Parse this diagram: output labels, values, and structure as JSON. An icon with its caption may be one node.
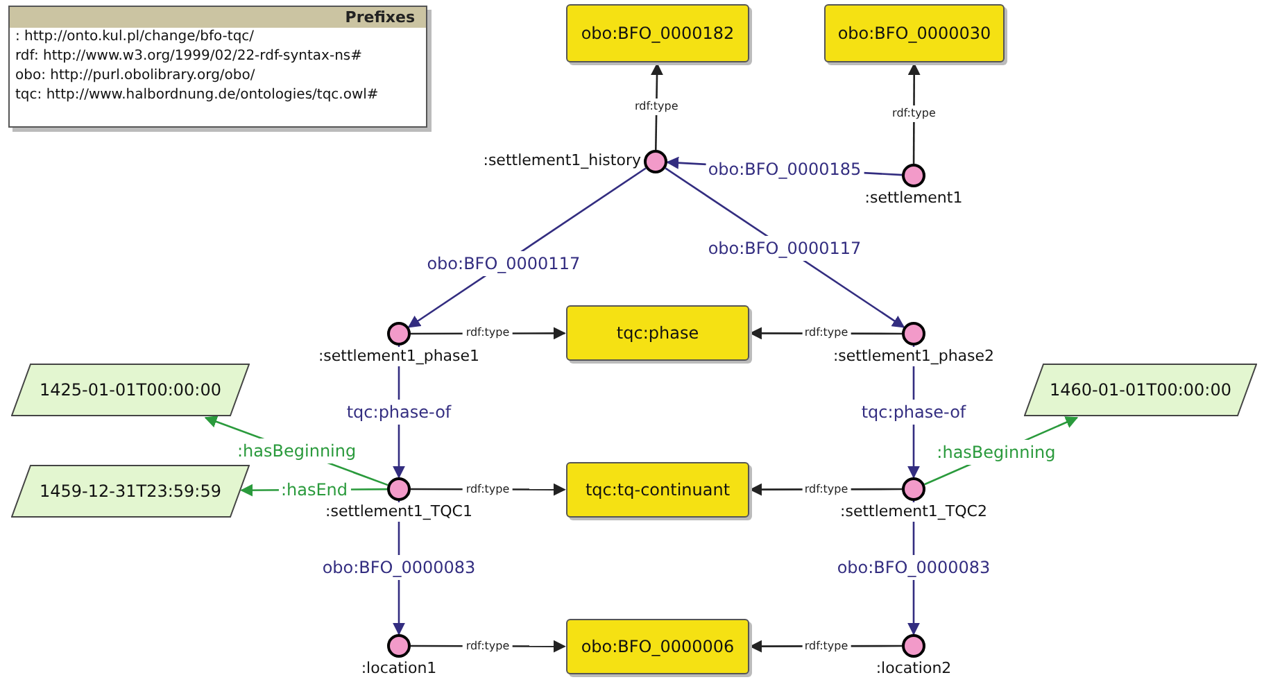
{
  "diagram": {
    "nodes": [
      {
        "text": [
          "Prefixes",
          ": http://onto.kul.pl/change/bfo-tqc/",
          "rdf: http://www.w3.org/1999/02/22-rdf-syntax-ns#",
          "obo: http://purl.obolibrary.org/obo/",
          "tqc: http://www.halbordnung.de/ontologies/tqc.owl#"
        ]
      },
      {
        "text": [
          "obo:BFO_0000182"
        ]
      },
      {
        "text": [
          "obo:BFO_0000030"
        ]
      },
      {
        "text": [],
        "shape": "circle",
        "beside": [
          ":settlement1_history"
        ]
      },
      {
        "text": [],
        "shape": "circle",
        "beside": [
          ":settlement1"
        ]
      },
      {
        "text": [],
        "shape": "circle",
        "beside": [
          ":settlement1_phase1"
        ]
      },
      {
        "text": [
          "tqc:phase"
        ]
      },
      {
        "text": [],
        "shape": "circle",
        "beside": [
          ":settlement1_phase2"
        ]
      },
      {
        "text": [
          "1425-01-01T00:00:00"
        ]
      },
      {
        "text": [
          "1460-01-01T00:00:00"
        ]
      },
      {
        "text": [
          "1459-12-31T23:59:59"
        ]
      },
      {
        "text": [],
        "shape": "circle",
        "beside": [
          ":settlement1_TQC1"
        ]
      },
      {
        "text": [
          "tqc:tq-continuant"
        ]
      },
      {
        "text": [],
        "shape": "circle",
        "beside": [
          ":settlement1_TQC2"
        ]
      },
      {
        "text": [],
        "shape": "circle",
        "beside": [
          ":location1"
        ]
      },
      {
        "text": [
          "obo:BFO_0000006"
        ]
      },
      {
        "text": [],
        "shape": "circle",
        "beside": [
          ":location2"
        ]
      }
    ],
    "edges": [
      {
        "from": 3,
        "to": 1,
        "arrow": "to",
        "label": "rdf:type"
      },
      {
        "from": 4,
        "to": 2,
        "arrow": "to",
        "label": "rdf:type"
      },
      {
        "from": 4,
        "to": 3,
        "arrow": "to",
        "label": "obo:BFO_0000185",
        "color": "#332d80"
      },
      {
        "from": 3,
        "to": 5,
        "arrow": "to",
        "label": "obo:BFO_0000117",
        "color": "#332d80"
      },
      {
        "from": 3,
        "to": 7,
        "arrow": "to",
        "label": "obo:BFO_0000117",
        "color": "#332d80"
      },
      {
        "from": 5,
        "to": 6,
        "arrow": "to",
        "label": "rdf:type"
      },
      {
        "from": 7,
        "to": 6,
        "arrow": "to",
        "label": "rdf:type"
      },
      {
        "from": 5,
        "to": 11,
        "arrow": "to",
        "label": "tqc:phase-of",
        "color": "#332d80"
      },
      {
        "from": 7,
        "to": 13,
        "arrow": "to",
        "label": "tqc:phase-of",
        "color": "#332d80"
      },
      {
        "from": 11,
        "to": 8,
        "arrow": "to",
        "label": ":hasBeginning",
        "color": "#2a9a3c"
      },
      {
        "from": 11,
        "to": 10,
        "arrow": "to",
        "label": ":hasEnd",
        "color": "#2a9a3c"
      },
      {
        "from": 13,
        "to": 9,
        "arrow": "to",
        "label": ":hasBeginning",
        "color": "#2a9a3c"
      },
      {
        "from": 11,
        "to": 12,
        "arrow": "to",
        "label": "rdf:type"
      },
      {
        "from": 13,
        "to": 12,
        "arrow": "to",
        "label": "rdf:type"
      },
      {
        "from": 11,
        "to": 14,
        "arrow": "to",
        "label": "obo:BFO_0000083",
        "color": "#332d80"
      },
      {
        "from": 13,
        "to": 16,
        "arrow": "to",
        "label": "obo:BFO_0000083",
        "color": "#332d80"
      },
      {
        "from": 14,
        "to": 15,
        "arrow": "to",
        "label": "rdf:type"
      },
      {
        "from": 16,
        "to": 15,
        "arrow": "to",
        "label": "rdf:type"
      }
    ]
  }
}
